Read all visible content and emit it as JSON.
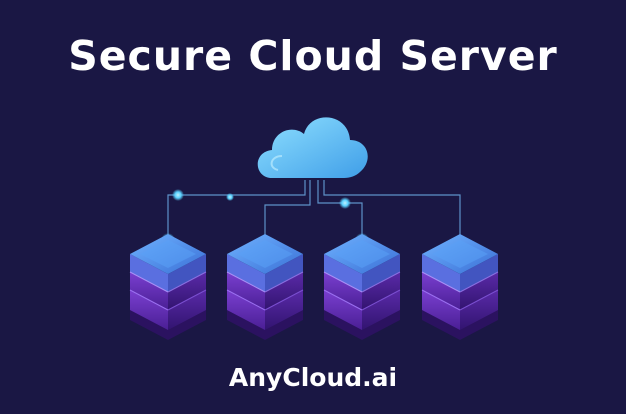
{
  "header": {
    "title": "Secure Cloud Server"
  },
  "footer": {
    "brand": "AnyCloud.ai"
  },
  "illustration": {
    "cloud_icon": "cloud-icon",
    "server_icon": "server-stack-icon",
    "server_count": 4
  },
  "colors": {
    "background": "#1a1744",
    "cloud_light": "#7fd7ff",
    "cloud_dark": "#3f9ee8",
    "server_top": "#4a8fe8",
    "server_side": "#6b2fb0",
    "server_side_dark": "#3d1a7a",
    "node_glow": "#5ad1ff",
    "wire": "#6aa7e0"
  }
}
